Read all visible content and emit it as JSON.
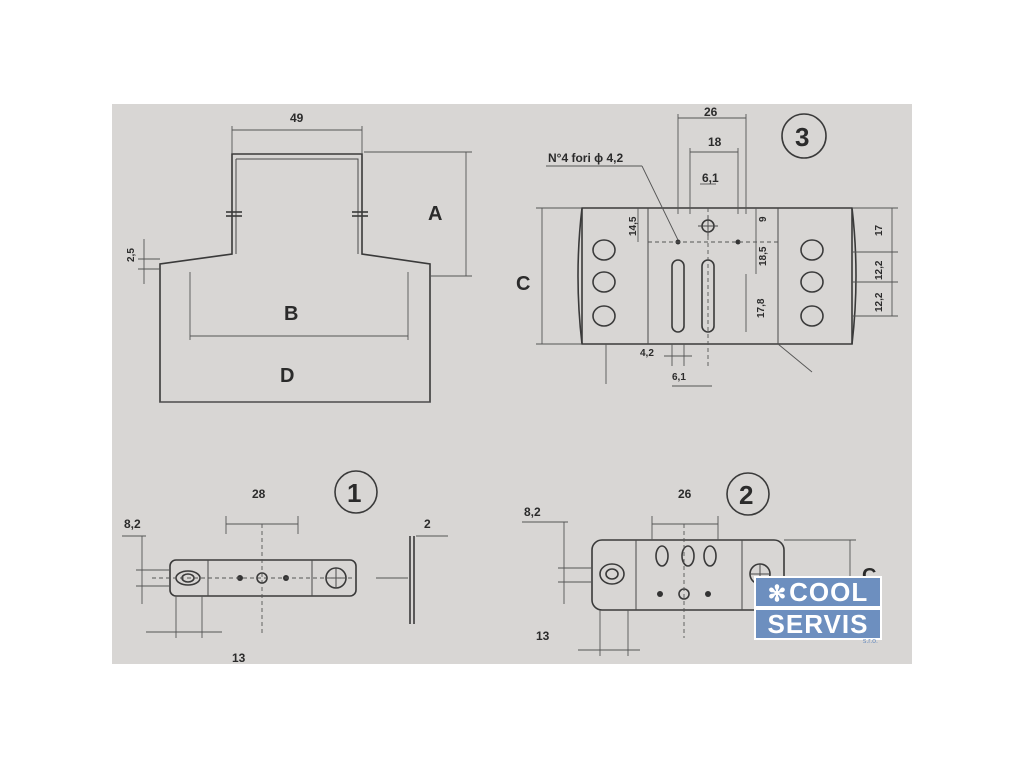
{
  "views": {
    "top_left": {
      "dim_49": "49",
      "dim_2_5": "2,5",
      "label_A": "A",
      "label_B": "B",
      "label_D": "D"
    },
    "view3": {
      "number": "3",
      "note": "N°4 fori ϕ 4,2",
      "dim_26": "26",
      "dim_18": "18",
      "dim_6_1_top": "6,1",
      "dim_14_5": "14,5",
      "dim_9": "9",
      "dim_18_5": "18,5",
      "dim_17_8": "17,8",
      "dim_17": "17",
      "dim_12_2_a": "12,2",
      "dim_12_2_b": "12,2",
      "label_C": "C",
      "dim_4_2": "4,2",
      "dim_6_1_bottom": "6,1"
    },
    "view1": {
      "number": "1",
      "dim_28": "28",
      "dim_8_2": "8,2",
      "dim_2": "2",
      "dim_13": "13"
    },
    "view2": {
      "number": "2",
      "dim_26": "26",
      "dim_8_2": "8,2",
      "dim_13": "13",
      "label_C": "C"
    }
  },
  "logo": {
    "line1": "COOL",
    "line2": "SERVIS",
    "sub": "s.r.o.",
    "snow_icon": "snowflake-icon",
    "color": "#6d8fbf"
  }
}
